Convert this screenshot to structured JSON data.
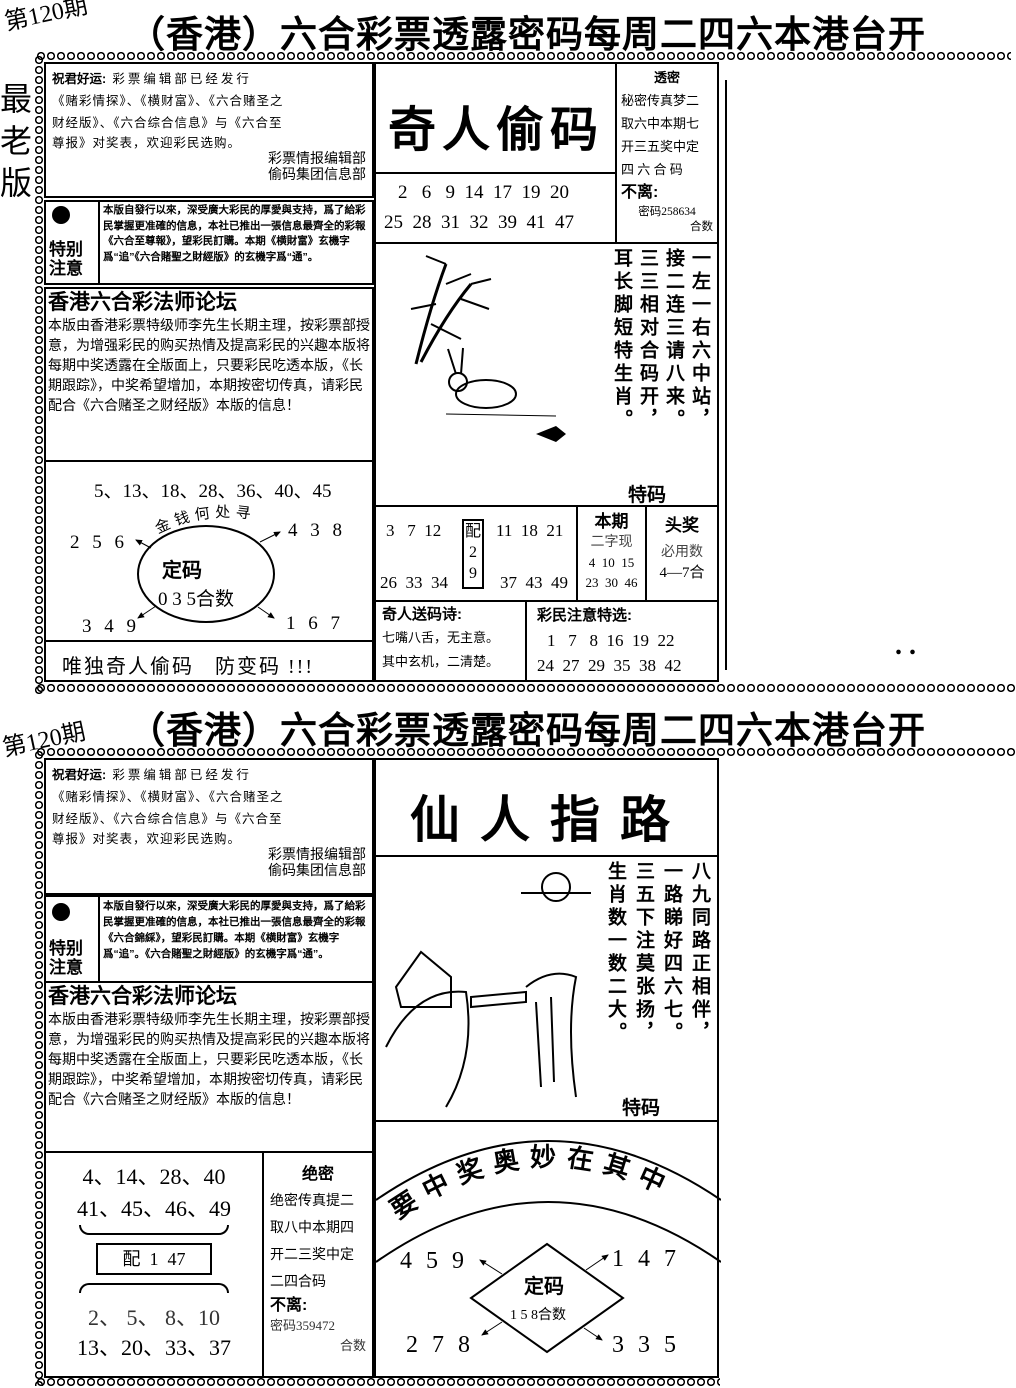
{
  "side_label": [
    "最",
    "老",
    "版"
  ],
  "panels": [
    {
      "header": {
        "issue": "第120期",
        "title": "（香港）六合彩票透露密码每周二四六本港台开"
      },
      "greeting": {
        "heading": "祝君好运:",
        "lead": "彩票编辑部已经发行",
        "lines": [
          "《赌彩情探》、《横财富》、《六合赌圣之",
          "财经版》、《六合综合信息》与《六合至",
          "尊报》对奖表，欢迎彩民选购。"
        ],
        "sign1": "彩票情报编辑部",
        "sign2": "偷码集团信息部"
      },
      "notice": {
        "label1": "特别",
        "label2": "注意",
        "text": "本版自發行以來，深受廣大彩民的厚愛與支持，爲了給彩民掌握更准確的信息，本社已推出一張信息最齊全的彩報《六合至尊報》，望彩民訂購。本期《横財富》玄機字爲“追”《六合賭聖之財經版》的玄機字爲“通”。"
      },
      "forum": {
        "title": "香港六合彩法师论坛",
        "text": "本版由香港彩票特级师李先生长期主理，按彩票部授意，为增强彩民的购买热情及提高彩民的兴趣本版将每期中奖透露在全版面上，只要彩民吃透本版，《长期跟踪》，中奖希望增加，本期按密切传真，请彩民配合《六合赌圣之财经版》本版的信息！"
      },
      "main_title": "奇人偷码",
      "main_numbers": [
        "2   6   9  14  17  19  20",
        "25  28  31  32  39  41  47"
      ],
      "secret": {
        "heading": "透密",
        "lines": [
          "秘密传真梦二",
          "取六中本期七",
          "开三五奖中定",
          "四 六 合 码"
        ],
        "buli": "不离:",
        "code": "密码258634",
        "suffix": "合数"
      },
      "poem": [
        "一左一右六中站，",
        "接二连三请八来。",
        "三三相对合码开，",
        "耳长脚短特生肖。"
      ],
      "poem_label": "特码",
      "fixed": {
        "top": "5、13、18、28、36、40、45",
        "arc": "金钱何处寻",
        "center": "定码",
        "sum": "0 3 5合数",
        "tl": "2 5 6",
        "tr": "4 3 8",
        "bl": "3 4 9",
        "br": "1 6 7"
      },
      "slogan": "唯独奇人偷码   防变码 !!!",
      "pair": {
        "left_top": "3   7  12",
        "left_bottom": "26  33  34",
        "mid": [
          "配",
          "2",
          "9"
        ],
        "right_top": "11  18  21",
        "right_bottom": "37  43  49"
      },
      "this_issue": {
        "heading": "本期",
        "sub": "二字现",
        "row1": "4  10  15",
        "row2": "23  30  46"
      },
      "head_prize": {
        "heading": "头奖",
        "sub": "必用数",
        "value": "4—7合"
      },
      "gift_poem": {
        "heading": "奇人送码诗:",
        "line1": "七嘴八舌，无主意。",
        "line2": "其中玄机，二清楚。"
      },
      "picks": {
        "heading": "彩民注意特选:",
        "row1": "1   7   8  16  19  22",
        "row2": "24  27  29  35  38  42"
      },
      "dots": ". ."
    },
    {
      "header": {
        "issue": "第120期",
        "title": "（香港）六合彩票透露密码每周二四六本港台开"
      },
      "greeting": {
        "heading": "祝君好运:",
        "lead": "彩票编辑部已经发行",
        "lines": [
          "《赌彩情探》、《横财富》、《六合赌圣之",
          "财经版》、《六合综合信息》与《六合至",
          "尊报》对奖表，欢迎彩民选购。"
        ],
        "sign1": "彩票情报编辑部",
        "sign2": "偷码集团信息部"
      },
      "notice": {
        "label1": "特别",
        "label2": "注意",
        "text": "本版自發行以來，深受廣大彩民的厚愛與支持，爲了給彩民掌握更准確的信息，本社已推出一張信息最齊全的彩報《六合錦綵》，望彩民訂購。本期《横財富》玄機字爲“追”。《六合賭聖之財經版》的玄機字爲“通”。"
      },
      "forum": {
        "title": "香港六合彩法师论坛",
        "text": "本版由香港彩票特级师李先生长期主理，按彩票部授意，为增强彩民的购买热情及提高彩民的兴趣本版将每期中奖透露在全版面上，只要彩民吃透本版，《长期跟踪》，中奖希望增加，本期按密切传真，请彩民配合《六合赌圣之财经版》本版的信息！"
      },
      "main_title": "仙人指路",
      "poem": [
        "八九同路正相伴，",
        "一路睇好四六七。",
        "三五下注莫张扬，",
        "生肖数一数二大。"
      ],
      "poem_label": "特码",
      "groups": {
        "top1": "4、14、28、40",
        "top2": "41、45、46、49",
        "pair": "配  1  47",
        "bot1": "2、 5、 8、10",
        "bot2": "13、20、33、37"
      },
      "secret": {
        "heading": "绝密",
        "lines": [
          "绝密传真提二",
          "取八中本期四",
          "开二三奖中定",
          "二四合码"
        ],
        "buli": "不离:",
        "code": "密码359472",
        "suffix": "合数"
      },
      "arc_text": "要中奖奥妙在其中",
      "fixed": {
        "center": "定码",
        "sum": "1 5 8合数",
        "tl": "4 5 9",
        "tr": "1 4 7",
        "bl": "2 7 8",
        "br": "3 3 5"
      }
    }
  ]
}
